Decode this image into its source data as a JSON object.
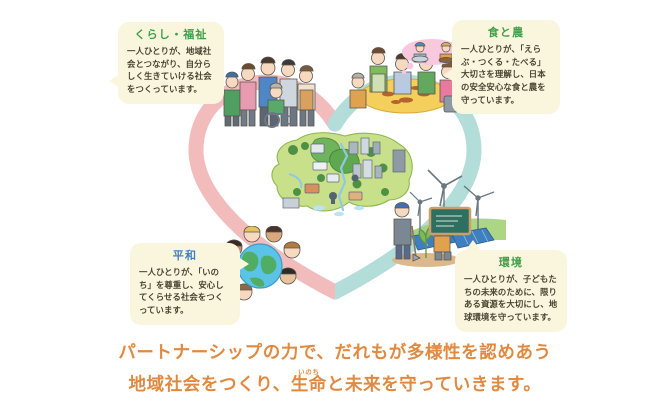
{
  "poster": {
    "background_color": "#ffffff",
    "accent_orange": "#e08a41",
    "callout_bg": "#faf6dd",
    "title_green": "#3f9f4a",
    "title_blue": "#3f80c4",
    "heart_pink": "#f3bcbc",
    "heart_teal": "#b3ddd9",
    "map_green": "#c3de7e"
  },
  "callouts": [
    {
      "id": "kurashi",
      "title": "くらし・福祉",
      "title_color": "#3f9f4a",
      "body": "一人ひとりが、地域社会とつながり、自分らしく生きていける社会をつくっています。"
    },
    {
      "id": "shoku",
      "title": "食と農",
      "title_color": "#3f9f4a",
      "body": "一人ひとりが、「えらぶ・つくる・たべる」大切さを理解し、日本の安全安心な食と農を守っています。"
    },
    {
      "id": "heiwa",
      "title": "平和",
      "title_color": "#3f80c4",
      "body": "一人ひとりが、「いのち」を尊重し、安心してくらせる社会をつくっています。"
    },
    {
      "id": "kankyo",
      "title": "環境",
      "title_color": "#3f9f4a",
      "body": "一人ひとりが、子どもたちの未来のために、限りある資源を大切にし、地球環境を守っています。"
    }
  ],
  "caption": {
    "line1": "パートナーシップの力で、だれもが多様性を認めあう",
    "line2_part1": "地域社会をつくり、",
    "line2_ruby_base": "生命",
    "line2_ruby_text": "いのち",
    "line2_part2": "と未来を守っていきます。"
  },
  "illustrations": {
    "people_group": "diverse-people-with-wheelchair",
    "dining_scene": "people-around-food-table",
    "thought_bubble": "farmer-and-fisher",
    "globe_children": "earth-globe-with-children-faces",
    "renewable_energy": "wind-turbines-and-solar-panels",
    "tree_planting": "people-planting-tree",
    "center_map": "green-regional-map-with-town-and-nature"
  }
}
